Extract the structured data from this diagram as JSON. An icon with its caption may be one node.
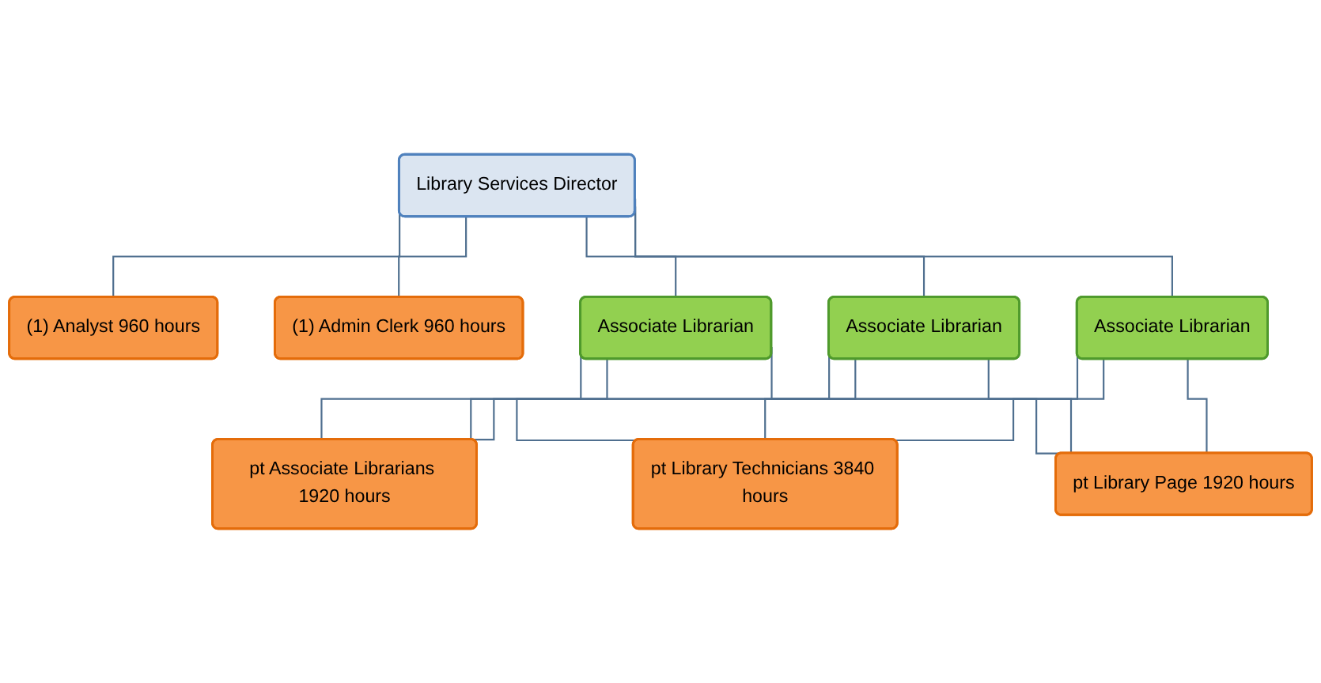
{
  "diagram": {
    "nodes": [
      {
        "text": [
          "Library Services Director"
        ]
      },
      {
        "text": [
          "(1) Analyst 960 hours"
        ]
      },
      {
        "text": [
          "(1) Admin Clerk 960 hours"
        ]
      },
      {
        "text": [
          "Associate Librarian"
        ]
      },
      {
        "text": [
          "Associate Librarian"
        ]
      },
      {
        "text": [
          "Associate Librarian"
        ]
      },
      {
        "text": [
          "pt Associate Librarians 1920 hours"
        ]
      },
      {
        "text": [
          "pt Library Technicians 3840 hours"
        ]
      },
      {
        "text": [
          "pt Library Page 1920 hours"
        ]
      }
    ],
    "edges": [
      {
        "from": 0,
        "to": 1,
        "arrow": "none"
      },
      {
        "from": 0,
        "to": 2,
        "arrow": "none"
      },
      {
        "from": 0,
        "to": 3,
        "arrow": "none"
      },
      {
        "from": 0,
        "to": 4,
        "arrow": "none"
      },
      {
        "from": 0,
        "to": 5,
        "arrow": "none"
      },
      {
        "from": 3,
        "to": 6,
        "arrow": "none"
      },
      {
        "from": 3,
        "to": 7,
        "arrow": "none"
      },
      {
        "from": 3,
        "to": 8,
        "arrow": "none"
      },
      {
        "from": 4,
        "to": 6,
        "arrow": "none"
      },
      {
        "from": 4,
        "to": 7,
        "arrow": "none"
      },
      {
        "from": 4,
        "to": 8,
        "arrow": "none"
      },
      {
        "from": 5,
        "to": 6,
        "arrow": "none"
      },
      {
        "from": 5,
        "to": 7,
        "arrow": "none"
      },
      {
        "from": 5,
        "to": 8,
        "arrow": "none"
      }
    ]
  }
}
